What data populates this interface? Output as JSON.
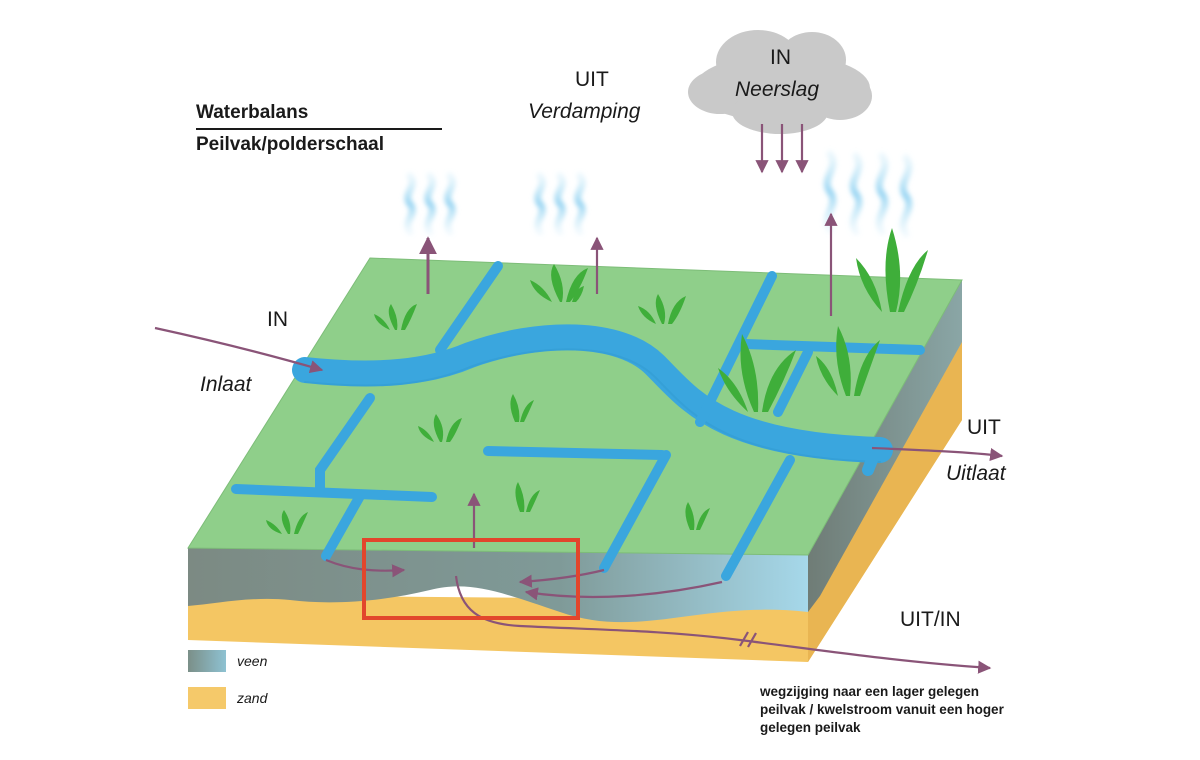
{
  "title": {
    "line1": "Waterbalans",
    "line2": "Peilvak/polderschaal"
  },
  "flows": {
    "evaporation": {
      "direction": "UIT",
      "name": "Verdamping"
    },
    "precipitation": {
      "direction": "IN",
      "name": "Neerslag"
    },
    "inlet": {
      "direction": "IN",
      "name": "Inlaat"
    },
    "outlet": {
      "direction": "UIT",
      "name": "Uitlaat"
    },
    "seepage": {
      "direction": "UIT/IN",
      "description_lines": [
        "wegzijging naar een lager gelegen",
        "peilvak / kwelstroom vanuit een hoger",
        "gelegen peilvak"
      ]
    }
  },
  "legend": [
    {
      "label": "veen",
      "color": "#7b8f88"
    },
    {
      "label": "zand",
      "color": "#f5c96a"
    }
  ],
  "colors": {
    "land": "#8fcf8a",
    "water": "#3aa6de",
    "peat": "#6f7f78",
    "sand": "#f4c663",
    "arrow": "#8a5478",
    "highlight": "#e2462c",
    "cloud": "#c9c9c9"
  }
}
